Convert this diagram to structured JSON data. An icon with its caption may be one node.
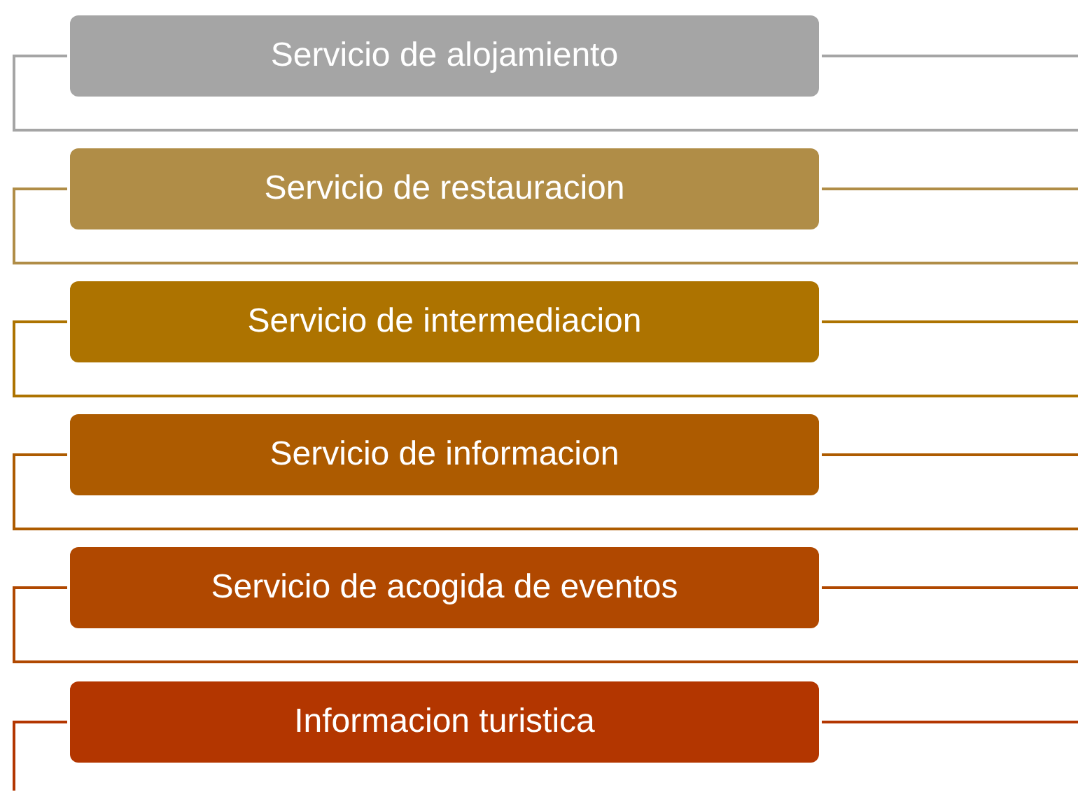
{
  "diagram": {
    "nodes": [
      {
        "text": [
          "Servicio de alojamiento"
        ]
      },
      {
        "text": [
          "Servicio de restauracion"
        ]
      },
      {
        "text": [
          "Servicio de intermediacion"
        ]
      },
      {
        "text": [
          "Servicio de informacion"
        ]
      },
      {
        "text": [
          "Servicio de acogida de eventos"
        ]
      },
      {
        "text": [
          "Informacion turistica"
        ]
      }
    ],
    "edges": []
  }
}
